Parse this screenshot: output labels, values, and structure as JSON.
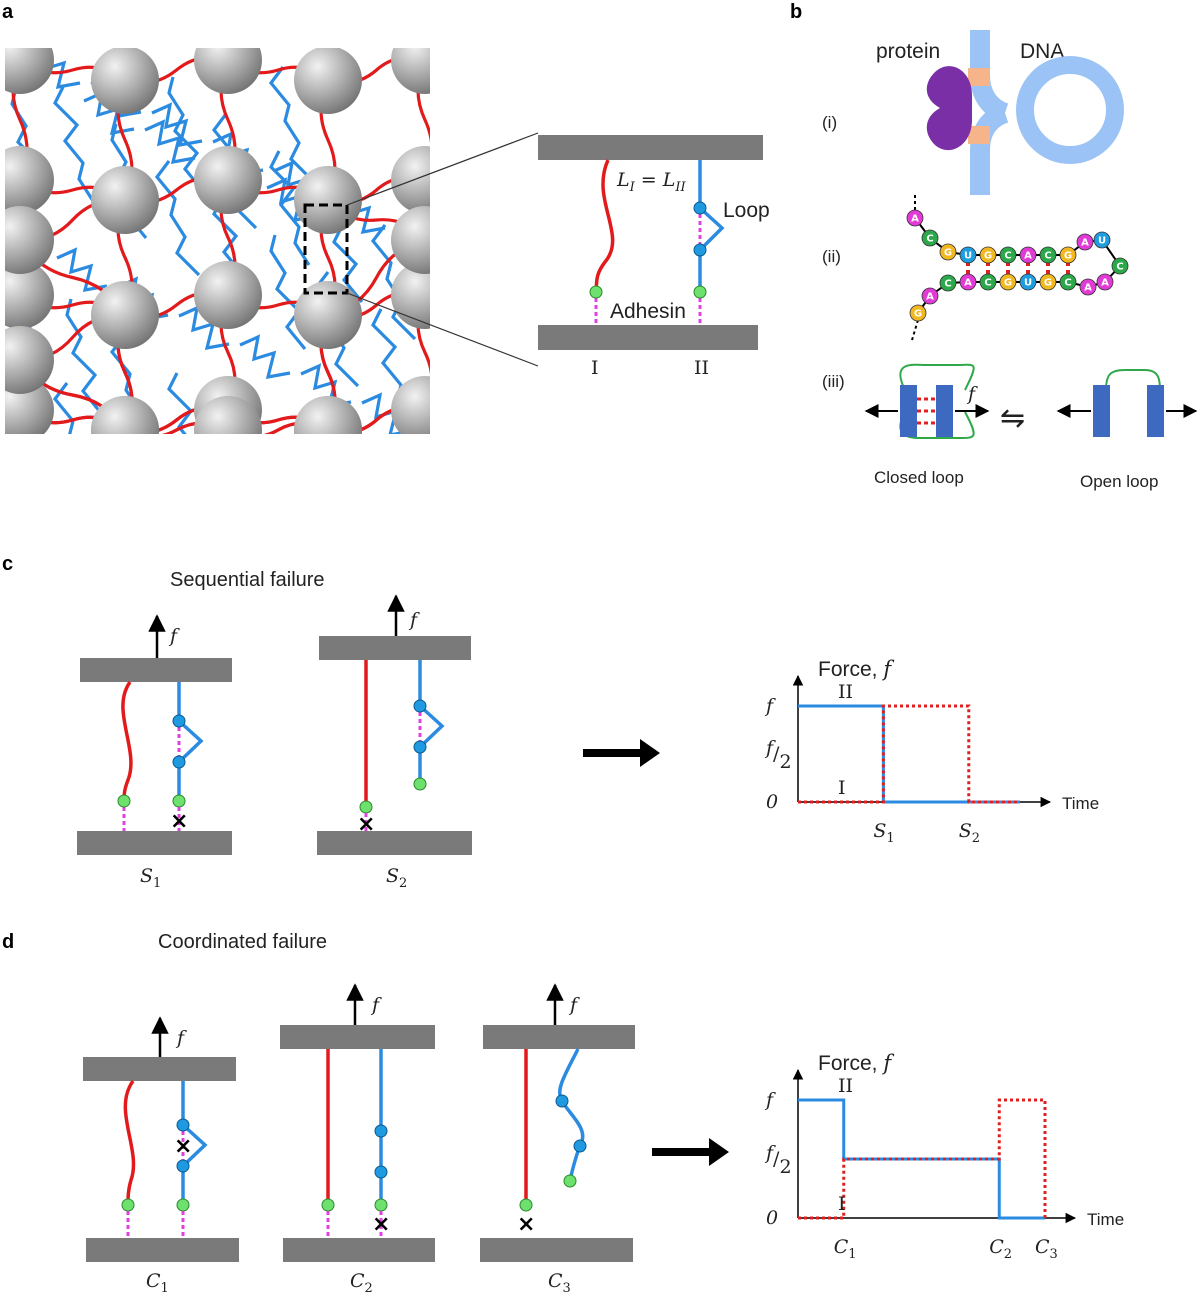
{
  "panel_labels": [
    "a",
    "b",
    "c",
    "d"
  ],
  "panel_a": {
    "length_eq": "L",
    "length_sub1": "I",
    "length_eq_sign": " = L",
    "length_sub2": "II",
    "loop_label": "Loop",
    "adhesin_label": "Adhesin",
    "strand_I": "I",
    "strand_II": "II"
  },
  "panel_b": {
    "protein_label": "protein",
    "dna_label": "DNA",
    "row_i": "(i)",
    "row_ii": "(ii)",
    "row_iii": "(iii)",
    "force_symbol": "f",
    "closed_loop": "Closed loop",
    "open_loop": "Open loop",
    "equilibrium": "⇋",
    "hairpin_top": [
      "A",
      "C",
      "G",
      "U",
      "G",
      "C",
      "A",
      "C",
      "G",
      "A",
      "U"
    ],
    "hairpin_bottom": [
      "G",
      "A",
      "C",
      "A",
      "C",
      "G",
      "U",
      "G",
      "C",
      "A",
      "A",
      "C"
    ]
  },
  "panel_c": {
    "title": "Sequential failure",
    "force": "f",
    "stage1": "S",
    "stage1_sub": "1",
    "stage2": "S",
    "stage2_sub": "2",
    "failure_mark": "×"
  },
  "panel_d": {
    "title": "Coordinated failure",
    "force": "f",
    "stage1": "C",
    "stage1_sub": "1",
    "stage2": "C",
    "stage2_sub": "2",
    "stage3": "C",
    "stage3_sub": "3",
    "failure_mark": "×"
  },
  "chart_data": [
    {
      "type": "line",
      "title": "",
      "ylabel": "Force, f",
      "xlabel": "Time",
      "yticks": [
        "f",
        "f/2",
        "0"
      ],
      "xticks": [
        "S1",
        "S2"
      ],
      "series": [
        {
          "name": "II",
          "color": "#2b8be0",
          "style": "solid",
          "points": [
            [
              0,
              1
            ],
            [
              1,
              1
            ],
            [
              1,
              0
            ],
            [
              2.6,
              0
            ]
          ]
        },
        {
          "name": "I",
          "color": "#e02020",
          "style": "dotted",
          "points": [
            [
              0,
              0
            ],
            [
              1,
              0
            ],
            [
              1,
              1
            ],
            [
              2,
              1
            ],
            [
              2,
              0
            ],
            [
              2.6,
              0
            ]
          ]
        }
      ],
      "ylim": [
        0,
        1
      ],
      "xlim": [
        0,
        2.6
      ]
    },
    {
      "type": "line",
      "title": "",
      "ylabel": "Force, f",
      "xlabel": "Time",
      "yticks": [
        "f",
        "f/2",
        "0"
      ],
      "xticks": [
        "C1",
        "C2",
        "C3"
      ],
      "series": [
        {
          "name": "II",
          "color": "#2b8be0",
          "style": "solid",
          "points": [
            [
              0,
              1
            ],
            [
              1,
              1
            ],
            [
              1,
              0.5
            ],
            [
              4.4,
              0.5
            ],
            [
              4.4,
              0
            ],
            [
              5.4,
              0
            ]
          ]
        },
        {
          "name": "I",
          "color": "#e02020",
          "style": "dotted",
          "points": [
            [
              0,
              0
            ],
            [
              1,
              0
            ],
            [
              1,
              0.5
            ],
            [
              4.4,
              0.5
            ],
            [
              4.4,
              1
            ],
            [
              5.4,
              1
            ],
            [
              5.4,
              0
            ]
          ]
        }
      ],
      "ylim": [
        0,
        1
      ],
      "xlim": [
        0,
        5.4
      ]
    }
  ],
  "colors": {
    "red_strand": "#e31a1c",
    "blue_strand": "#2b8be0",
    "adhesin": "#e040e0",
    "anchor_green": "#6ee06e",
    "node_blue": "#1f9ae0",
    "plate_gray": "#7a7a7a",
    "protein_purple": "#7b2fa6",
    "dna_blue": "#9cc3f5",
    "block_blue": "#3d6ac0"
  }
}
